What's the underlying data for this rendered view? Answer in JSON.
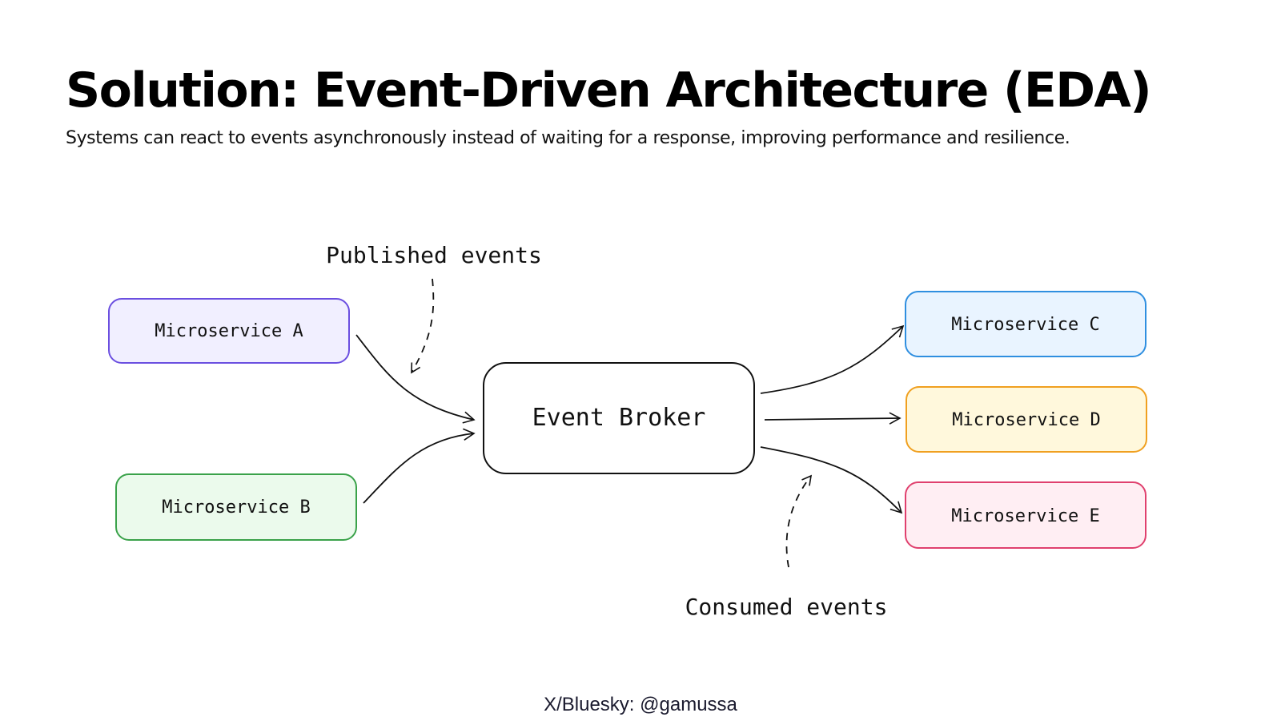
{
  "header": {
    "title": "Solution: Event-Driven Architecture (EDA)",
    "subtitle": "Systems can react to events asynchronously instead of waiting for a response, improving performance and resilience."
  },
  "diagram": {
    "nodes": {
      "a": {
        "label": "Microservice A",
        "stroke": "#6b4fe0",
        "fill": "#f1efff"
      },
      "b": {
        "label": "Microservice B",
        "stroke": "#3aa24a",
        "fill": "#ebfaec"
      },
      "broker": {
        "label": "Event Broker",
        "stroke": "#111111",
        "fill": "#ffffff"
      },
      "c": {
        "label": "Microservice C",
        "stroke": "#2f8fe0",
        "fill": "#e9f4ff"
      },
      "d": {
        "label": "Microservice D",
        "stroke": "#f0a020",
        "fill": "#fff8dc"
      },
      "e": {
        "label": "Microservice E",
        "stroke": "#e0406e",
        "fill": "#ffeef3"
      }
    },
    "annotations": {
      "published": "Published events",
      "consumed": "Consumed events"
    }
  },
  "footer": {
    "credit": "X/Bluesky: @gamussa"
  }
}
